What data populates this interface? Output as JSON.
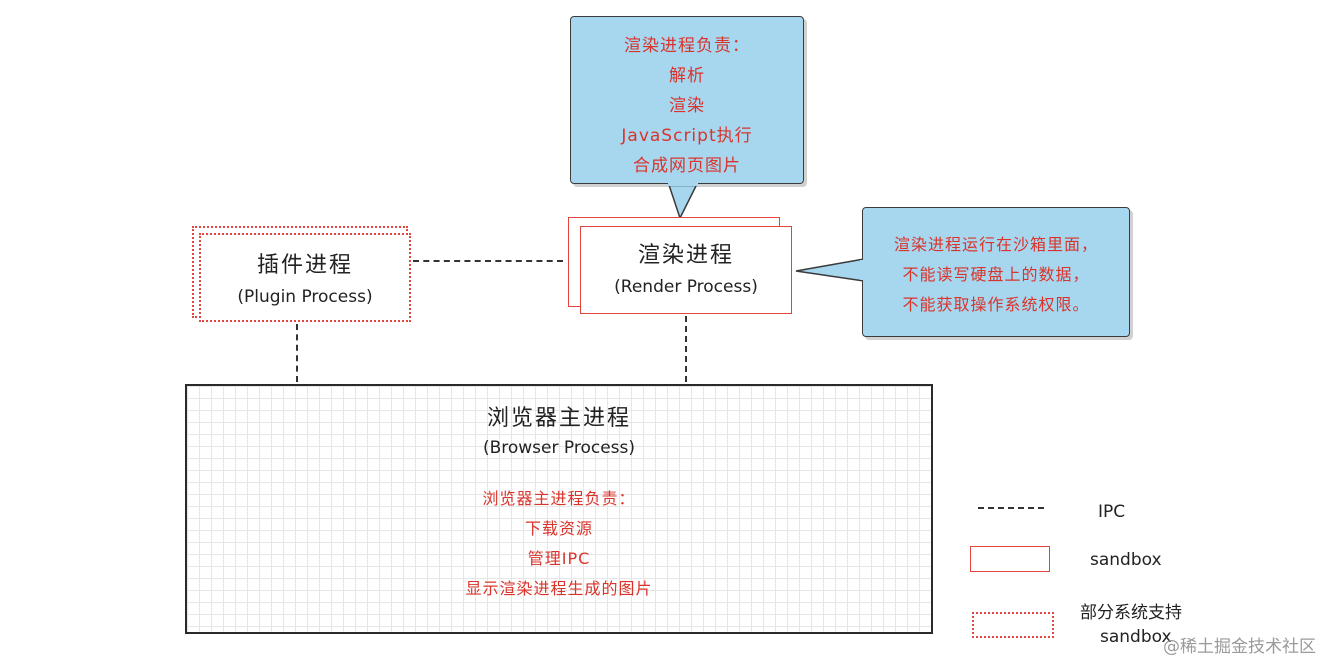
{
  "render_callout": {
    "lines": [
      "渲染进程负责：",
      "解析",
      "渲染",
      "JavaScript执行",
      "合成网页图片"
    ]
  },
  "sandbox_callout": {
    "lines": [
      "渲染进程运行在沙箱里面，",
      "不能读写硬盘上的数据，",
      "不能获取操作系统权限。"
    ]
  },
  "plugin_process": {
    "title_cn": "插件进程",
    "title_en": "(Plugin Process)"
  },
  "render_process": {
    "title_cn": "渲染进程",
    "title_en": "(Render Process)"
  },
  "browser_process": {
    "title_cn": "浏览器主进程",
    "title_en": "(Browser Process)",
    "responsibilities": [
      "浏览器主进程负责：",
      "下载资源",
      "管理IPC",
      "显示渲染进程生成的图片"
    ]
  },
  "legend": {
    "ipc_label": "IPC",
    "sandbox_label": "sandbox",
    "partial_label_line1": "部分系统支持",
    "partial_label_line2": "sandbox"
  },
  "watermark": "@稀土掘金技术社区",
  "colors": {
    "callout_fill": "#a7d6ef",
    "accent_red": "#d9342b",
    "border_red": "#e0463c"
  }
}
